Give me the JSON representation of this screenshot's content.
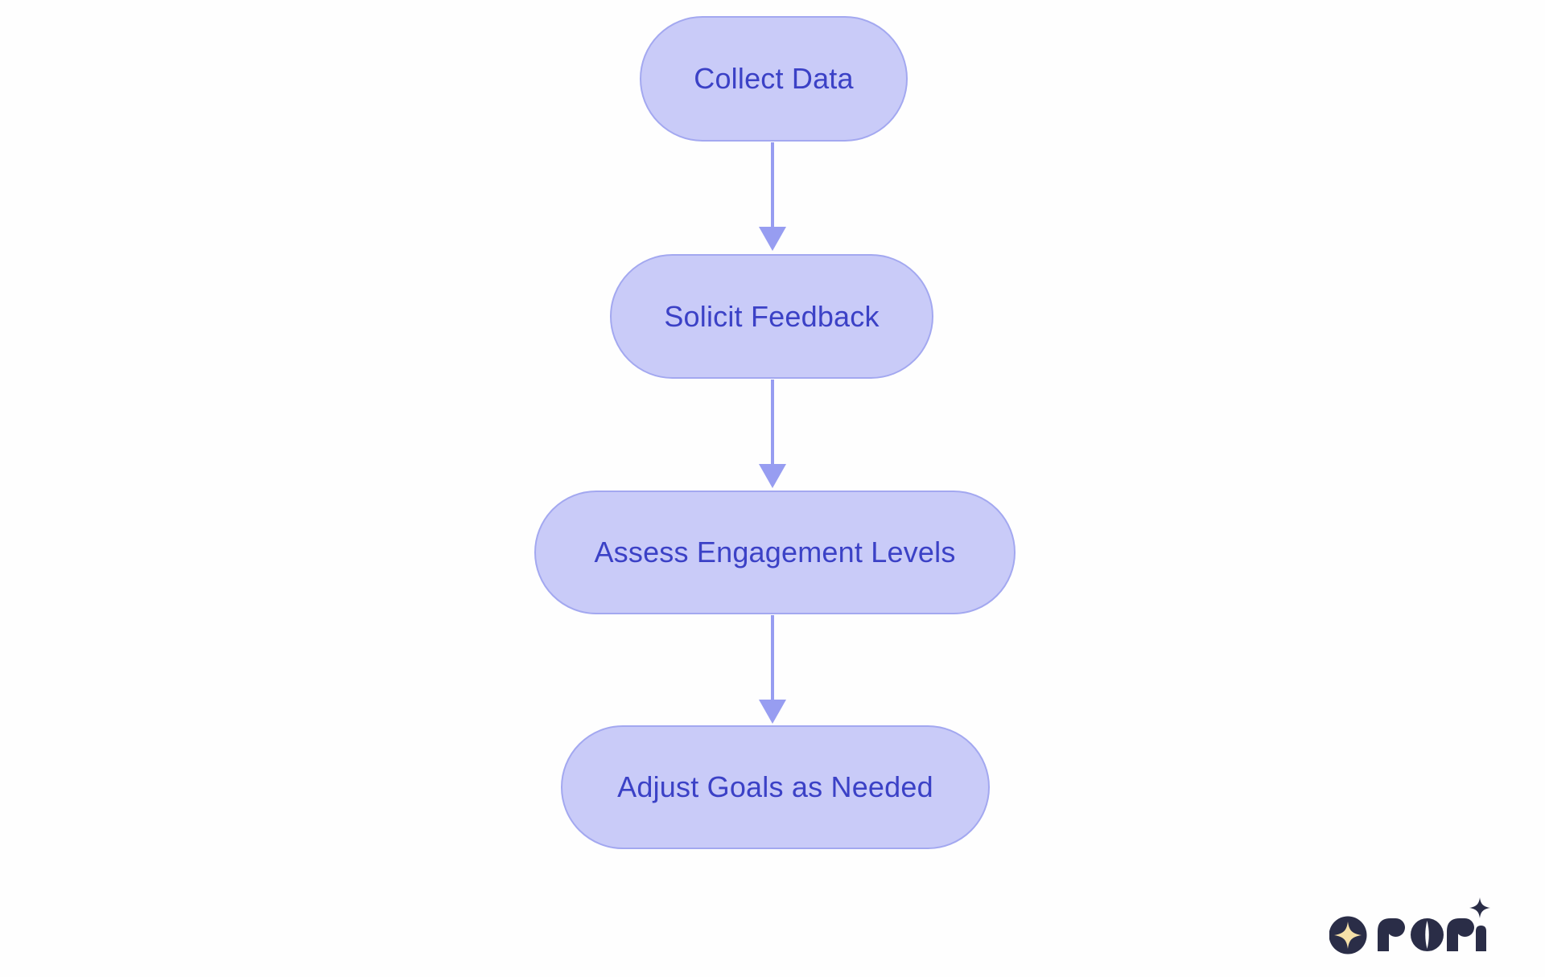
{
  "theme": {
    "background": "#fefefe",
    "node_fill": "#c9cbf8",
    "node_border": "#a3a8f0",
    "node_text": "#3b41c6",
    "arrow": "#979df1",
    "logo_navy": "#2a2d47",
    "logo_cream": "#f5e0a8"
  },
  "flowchart": {
    "type": "flowchart",
    "direction": "top-to-bottom",
    "node_shape": "stadium",
    "nodes": [
      {
        "id": "n1",
        "label": "Collect Data"
      },
      {
        "id": "n2",
        "label": "Solicit Feedback"
      },
      {
        "id": "n3",
        "label": "Assess Engagement Levels"
      },
      {
        "id": "n4",
        "label": "Adjust Goals as Needed"
      }
    ],
    "edges": [
      {
        "from": "Collect Data",
        "to": "Solicit Feedback"
      },
      {
        "from": "Solicit Feedback",
        "to": "Assess Engagement Levels"
      },
      {
        "from": "Assess Engagement Levels",
        "to": "Adjust Goals as Needed"
      }
    ]
  },
  "logo": {
    "wordmark": "rori",
    "emblem": "four-point-sparkle-in-circle"
  }
}
